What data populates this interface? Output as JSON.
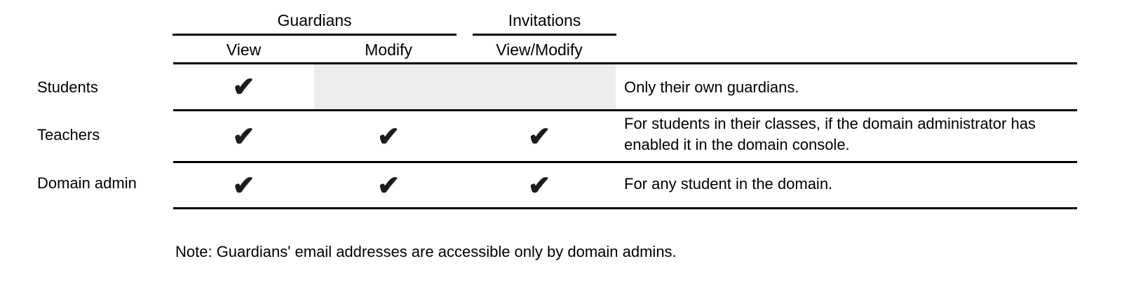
{
  "table": {
    "column_groups": [
      {
        "label": "Guardians"
      },
      {
        "label": "Invitations"
      }
    ],
    "columns": [
      "View",
      "Modify",
      "View/Modify"
    ],
    "rows": [
      {
        "label": "Students",
        "permissions": {
          "guardians_view": true,
          "guardians_modify": false,
          "invitations_view_modify": false
        },
        "disabled_cells_shaded": true,
        "note": "Only their own guardians."
      },
      {
        "label": "Teachers",
        "permissions": {
          "guardians_view": true,
          "guardians_modify": true,
          "invitations_view_modify": true
        },
        "disabled_cells_shaded": false,
        "note": "For students in their classes, if the domain administrator has enabled it in the domain console."
      },
      {
        "label": "Domain admin",
        "permissions": {
          "guardians_view": true,
          "guardians_modify": true,
          "invitations_view_modify": true
        },
        "disabled_cells_shaded": false,
        "note": "For any student in the domain."
      }
    ]
  },
  "footnote": "Note: Guardians' email addresses are accessible only by domain admins.",
  "icons": {
    "checkmark": "✔"
  },
  "colors": {
    "text": "#000000",
    "rule": "#000000",
    "shaded_cell": "#ededed",
    "checkmark": "#1c1c1c"
  }
}
